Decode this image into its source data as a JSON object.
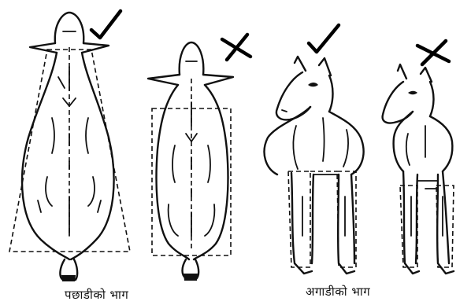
{
  "captions": {
    "rear": "पछाडीको भाग",
    "front": "अगाडीको भाग"
  },
  "figures": [
    {
      "view": "rear",
      "verdict": "correct",
      "mark": "check-mark-icon"
    },
    {
      "view": "rear",
      "verdict": "incorrect",
      "mark": "cross-mark-icon"
    },
    {
      "view": "front",
      "verdict": "correct",
      "mark": "check-mark-icon"
    },
    {
      "view": "front",
      "verdict": "incorrect",
      "mark": "cross-mark-icon"
    }
  ],
  "colors": {
    "ink": "#111111",
    "background": "#ffffff"
  }
}
